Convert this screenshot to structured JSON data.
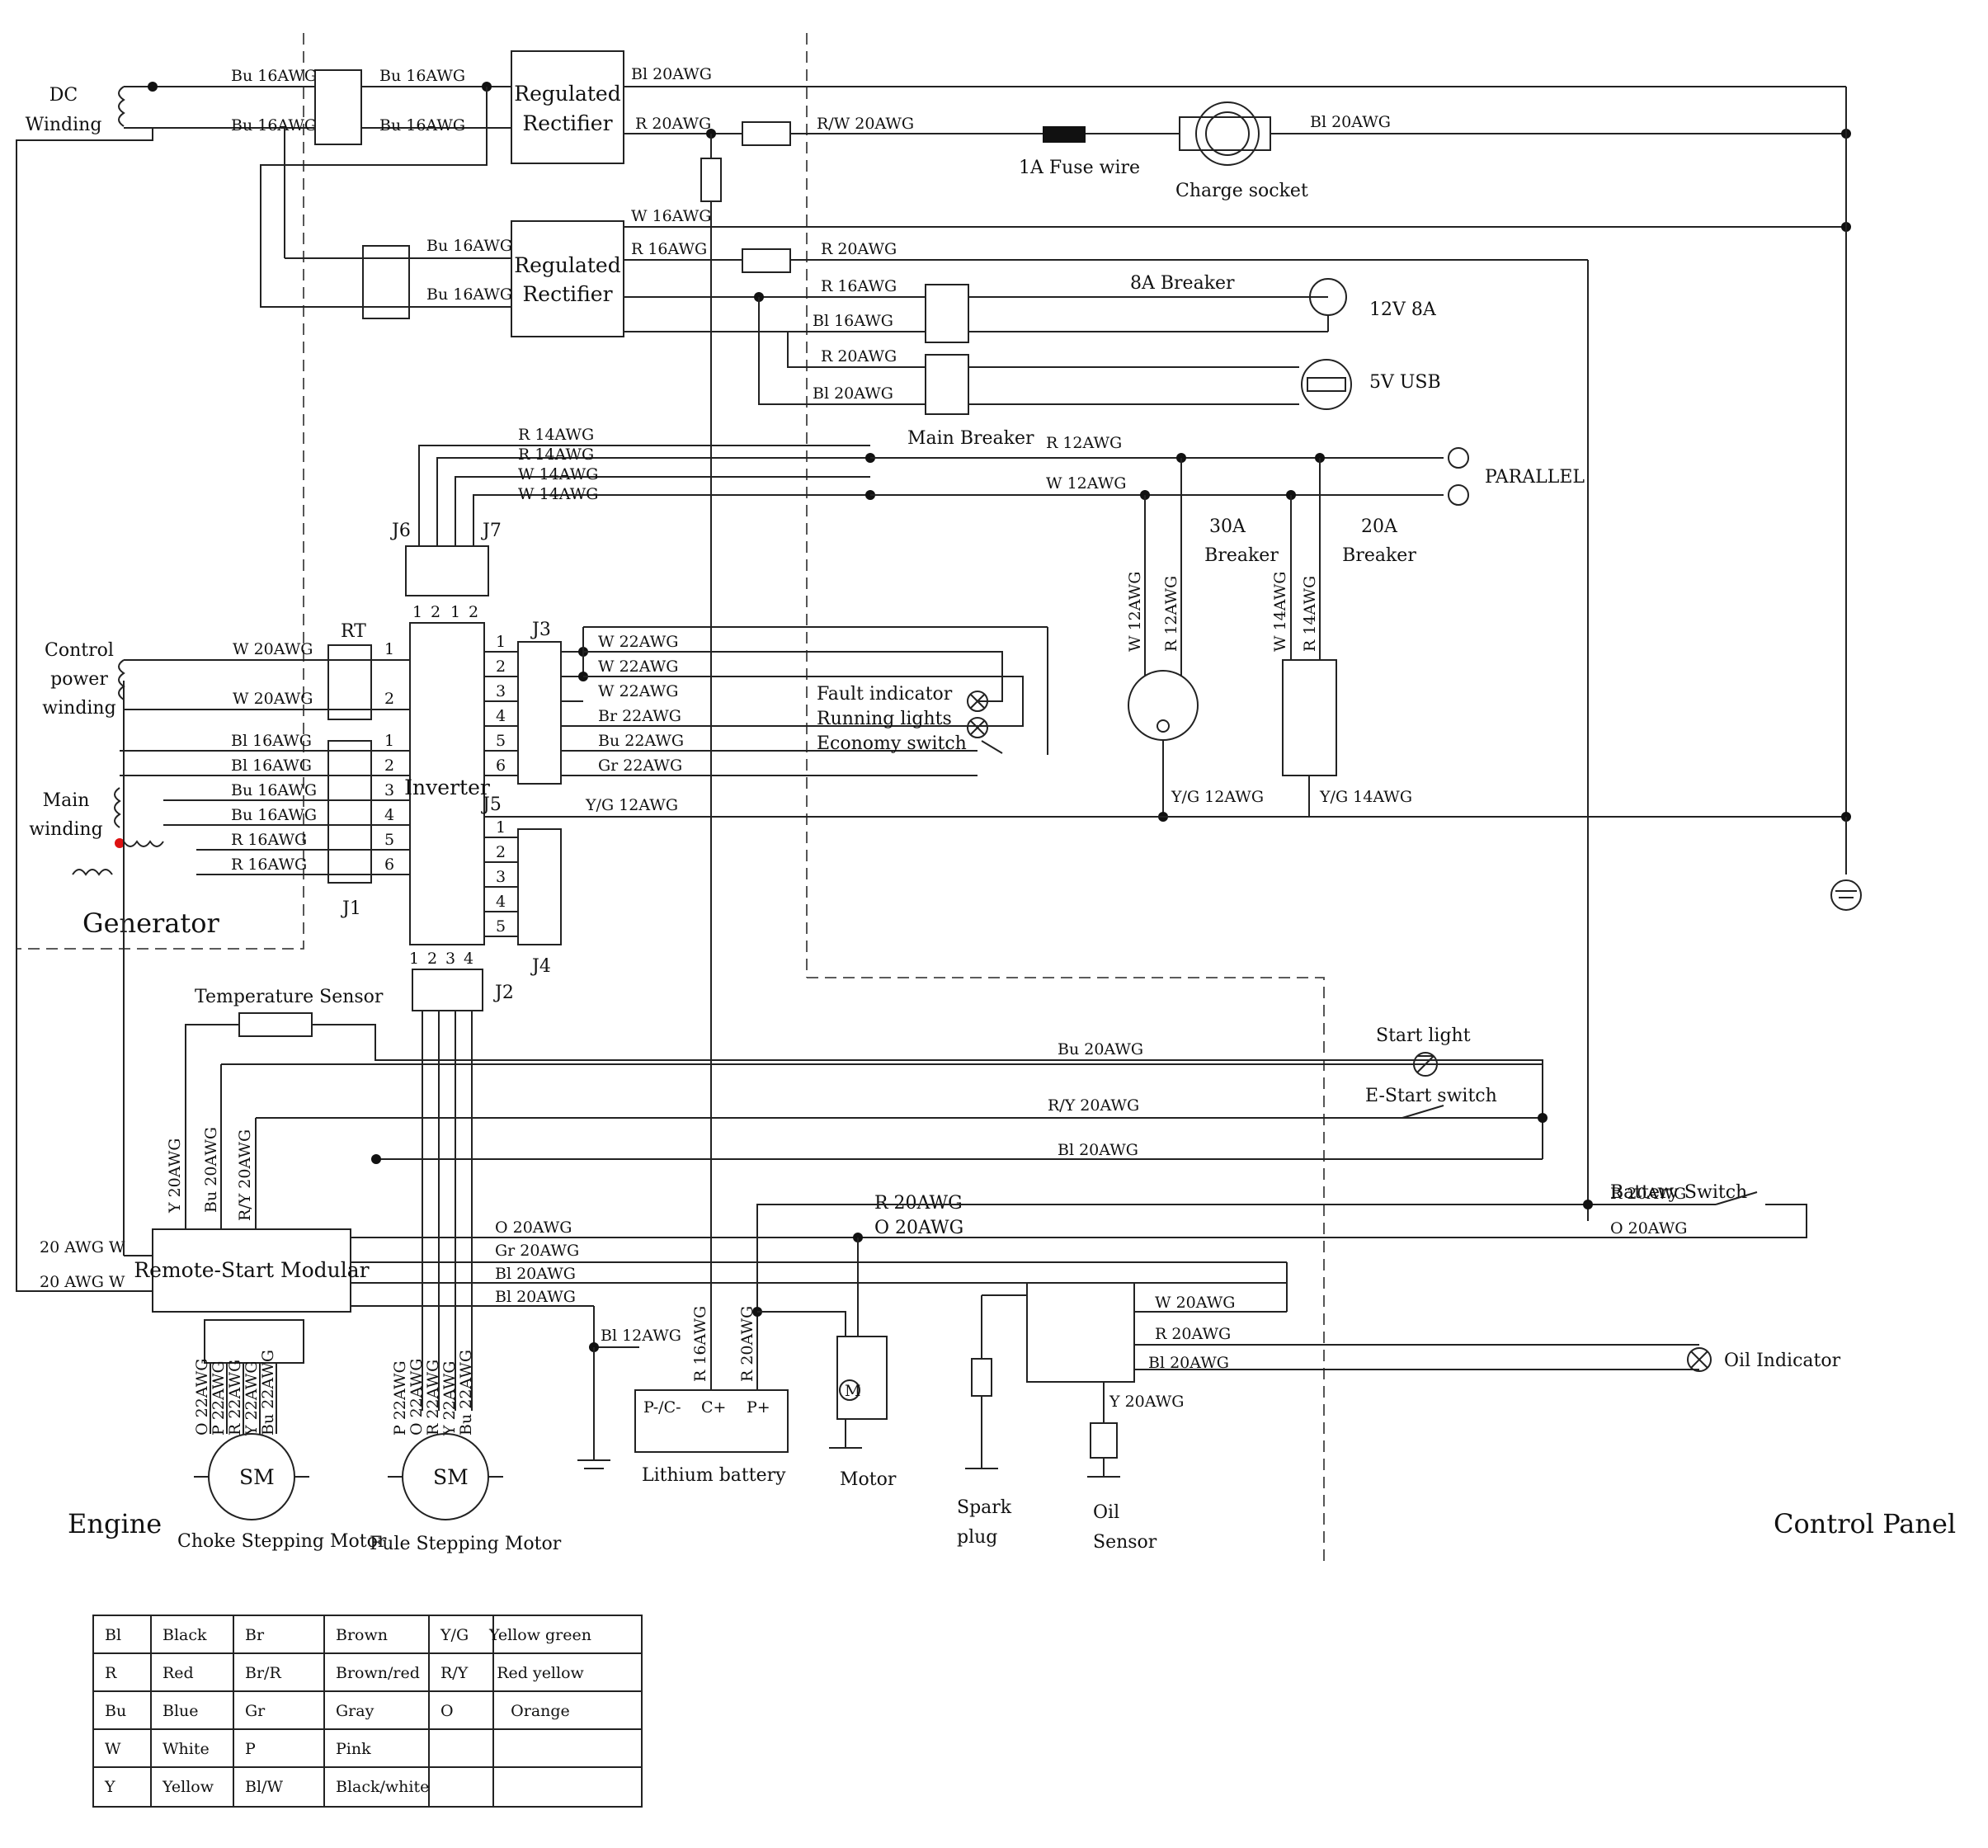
{
  "title_left": "Engine",
  "title_right": "Control Panel",
  "generator": "Generator",
  "dc_winding": [
    "DC",
    "Winding"
  ],
  "control_power_winding": [
    "Control",
    "power",
    "winding"
  ],
  "main_winding": [
    "Main",
    "winding"
  ],
  "rectifier1": [
    "Regulated",
    "Rectifier"
  ],
  "rectifier2": [
    "Regulated",
    "Rectifier"
  ],
  "inverter": "Inverter",
  "fuse": "1A Fuse wire",
  "charge_socket": "Charge socket",
  "breaker_8a": "8A Breaker",
  "out_12v": "12V 8A",
  "out_usb": "5V USB",
  "main_breaker": "Main Breaker",
  "parallel": "PARALLEL",
  "breaker_30a": [
    "30A",
    "Breaker"
  ],
  "breaker_20a": [
    "20A",
    "Breaker"
  ],
  "fault_indicator": "Fault indicator",
  "running_lights": "Running lights",
  "economy_switch": "Economy switch",
  "temperature_sensor": "Temperature Sensor",
  "start_light": "Start light",
  "estart_switch": "E-Start switch",
  "battery_switch": "Battery Switch",
  "remote_start": "Remote-Start Modular",
  "lithium_battery": "Lithium battery",
  "battery_terms": [
    "P-/C-",
    "C+",
    "P+"
  ],
  "motor": "Motor",
  "motor_m": "M",
  "spark_plug": [
    "Spark",
    "plug"
  ],
  "oil_sensor": [
    "Oil",
    "Sensor"
  ],
  "oil_indicator": "Oil Indicator",
  "choke_motor": "Choke Stepping Motor",
  "fuel_motor": "Fule Stepping Motor",
  "sm": "SM",
  "connectors": {
    "J1": "J1",
    "J2": "J2",
    "J3": "J3",
    "J4": "J4",
    "J5": "J5",
    "J6": "J6",
    "J7": "J7",
    "RT": "RT"
  },
  "pins": {
    "j6j7": [
      "1",
      "2",
      "1",
      "2"
    ],
    "rt": [
      "1",
      "2"
    ],
    "j1": [
      "1",
      "2",
      "3",
      "4",
      "5",
      "6"
    ],
    "j3": [
      "1",
      "2",
      "3",
      "4",
      "5",
      "6"
    ],
    "j5": [
      "1",
      "2",
      "3",
      "4",
      "5"
    ],
    "j2": [
      "1",
      "2",
      "3",
      "4"
    ]
  },
  "wires": {
    "dc1": "Bu 16AWG",
    "dc2": "Bu 16AWG",
    "dc3": "Bu 16AWG",
    "dc4": "Bu 16AWG",
    "r1_bl": "Bl 20AWG",
    "r1_r": "R 20AWG",
    "rw": "R/W 20AWG",
    "charge_bl": "Bl 20AWG",
    "w16": "W 16AWG",
    "r16": "R 16AWG",
    "r20_top": "R 20AWG",
    "r2_bu1": "Bu 16AWG",
    "r2_bu2": "Bu 16AWG",
    "r16b": "R 16AWG",
    "bl16": "Bl 16AWG",
    "r20usb": "R 20AWG",
    "bl20usb": "Bl 20AWG",
    "j6_1": "R 14AWG",
    "j6_2": "R 14AWG",
    "j7_1": "W 14AWG",
    "j7_2": "W 14AWG",
    "mb_r": "R 12AWG",
    "mb_w": "W 12AWG",
    "s30_w": "W 12AWG",
    "s30_r": "R 12AWG",
    "s20_w": "W 14AWG",
    "s20_r": "R 14AWG",
    "yg12": "Y/G 12AWG",
    "yg14": "Y/G 14AWG",
    "yg12_inv": "Y/G 12AWG",
    "rt1": "W 20AWG",
    "rt2": "W 20AWG",
    "j1": [
      "Bl 16AWG",
      "Bl 16AWG",
      "Bu 16AWG",
      "Bu 16AWG",
      "R 16AWG",
      "R 16AWG"
    ],
    "j3": [
      "W 22AWG",
      "W 22AWG",
      "W 22AWG",
      "Br 22AWG",
      "Bu 22AWG",
      "Gr 22AWG"
    ],
    "bu20": "Bu 20AWG",
    "ry20": "R/Y 20AWG",
    "bl20": "Bl 20AWG",
    "rs_left": [
      "Y 20AWG",
      "Bu 20AWG",
      "R/Y 20AWG"
    ],
    "aw1": "20 AWG W",
    "aw2": "20 AWG W",
    "rs_right": [
      "O 20AWG",
      "Gr 20AWG",
      "Bl 20AWG",
      "Bl 20AWG"
    ],
    "r20_bat": "R 20AWG",
    "o20_bat": "O 20AWG",
    "r20_sw": "R 20AWG",
    "o20_sw": "O 20AWG",
    "bl12": "Bl 12AWG",
    "r16bat": "R 16AWG",
    "r20bat2": "R 20AWG",
    "ign_w": "W 20AWG",
    "ign_r": "R 20AWG",
    "ign_bl": "Bl 20AWG",
    "y20": "Y 20AWG",
    "choke": [
      "O 22AWG",
      "P 22AWG",
      "R 22AWG",
      "Y 22AWG",
      "Bu 22AWG"
    ],
    "fuel": [
      "P 22AWG",
      "O 22AWG",
      "R 22AWG",
      "Y 22AWG",
      "Bu 22AWG"
    ]
  },
  "legend": [
    [
      "Bl",
      "Black",
      "Br",
      "Brown",
      "Y/G",
      "Yellow green"
    ],
    [
      "R",
      "Red",
      "Br/R",
      "Brown/red",
      "R/Y",
      "Red yellow"
    ],
    [
      "Bu",
      "Blue",
      "Gr",
      "Gray",
      "O",
      "Orange"
    ],
    [
      "W",
      "White",
      "P",
      "Pink",
      "",
      ""
    ],
    [
      "Y",
      "Yellow",
      "Bl/W",
      "Black/white",
      "",
      ""
    ]
  ]
}
